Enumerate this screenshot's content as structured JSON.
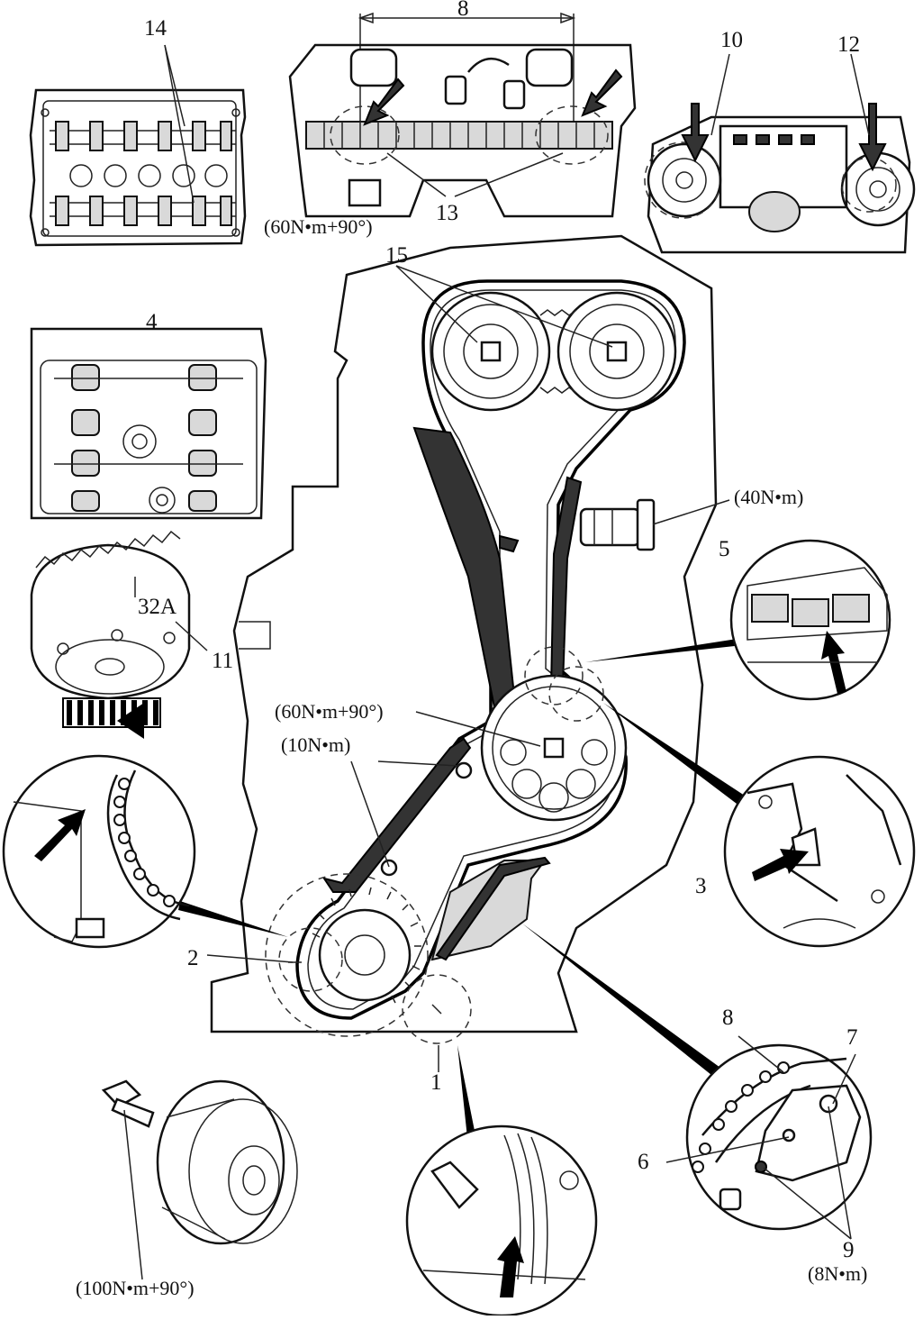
{
  "callouts": {
    "c1": "1",
    "c2": "2",
    "c3": "3",
    "c4": "4",
    "c5": "5",
    "c6": "6",
    "c7": "7",
    "c8_top": "8",
    "c8_right": "8",
    "c9": "9",
    "c10": "10",
    "c11": "11",
    "c12": "12",
    "c13": "13",
    "c14": "14",
    "c15": "15",
    "c32a": "32A"
  },
  "torques": {
    "cam_bearing": "(60N•m+90°)",
    "tensioner": "(40N•m)",
    "idler_sprocket": "(60N•m+90°)",
    "guide_bolt": "(10N•m)",
    "pulley_bolt": "(100N•m+90°)",
    "guide_small_bolt": "(8N•m)"
  }
}
